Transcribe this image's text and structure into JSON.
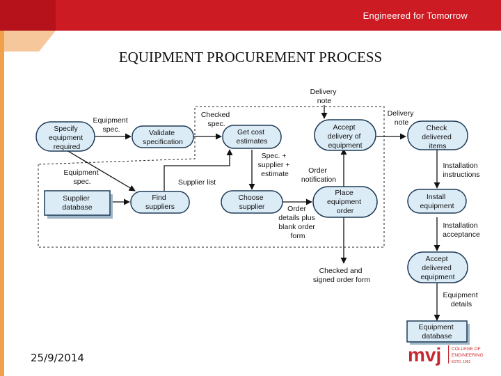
{
  "header": {
    "tagline": "Engineered for Tomorrow"
  },
  "title": "EQUIPMENT PROCUREMENT PROCESS",
  "date": "25/9/2014",
  "logo": {
    "mark": "mvj",
    "line1": "COLLEGE OF",
    "line2": "ENGINEERING",
    "line3": "ESTD. 1982"
  },
  "colors": {
    "header": "#cc1b23",
    "accent": "#f0a14a",
    "node_fill": "#dcecf7",
    "node_border": "#1f3b57"
  },
  "nodes": {
    "specify": [
      "Specify",
      "equipment",
      "required"
    ],
    "validate": [
      "Validate",
      "specification"
    ],
    "get_cost": [
      "Get cost",
      "estimates"
    ],
    "accept_delivery": [
      "Accept",
      "delivery of",
      "equipment"
    ],
    "check_items": [
      "Check",
      "delivered",
      "items"
    ],
    "find_suppliers": [
      "Find",
      "suppliers"
    ],
    "choose_supplier": [
      "Choose",
      "supplier"
    ],
    "place_order": [
      "Place",
      "equipment",
      "order"
    ],
    "install": [
      "Install",
      "equipment"
    ],
    "accept_installed": [
      "Accept",
      "delivered",
      "equipment"
    ],
    "supplier_db": [
      "Supplier",
      "database"
    ],
    "equipment_db": [
      "Equipment",
      "database"
    ]
  },
  "labels": {
    "equipment_spec_top": [
      "Equipment",
      "spec."
    ],
    "checked_spec": [
      "Checked",
      "spec."
    ],
    "delivery_note_top": [
      "Delivery",
      "note"
    ],
    "delivery_note_right": [
      "Delivery",
      "note"
    ],
    "spec_supplier": [
      "Spec. +",
      "supplier +",
      "estimate"
    ],
    "order_notification": [
      "Order",
      "notification"
    ],
    "equipment_spec_left": [
      "Equipment",
      "spec."
    ],
    "supplier_list": [
      "Supplier list"
    ],
    "order_details": [
      "Order",
      "details plus",
      "blank order",
      "form"
    ],
    "installation_instructions": [
      "Installation",
      "instructions"
    ],
    "installation_acceptance": [
      "Installation",
      "acceptance"
    ],
    "checked_signed": [
      "Checked and",
      "signed order form"
    ],
    "equipment_details": [
      "Equipment",
      "details"
    ]
  }
}
